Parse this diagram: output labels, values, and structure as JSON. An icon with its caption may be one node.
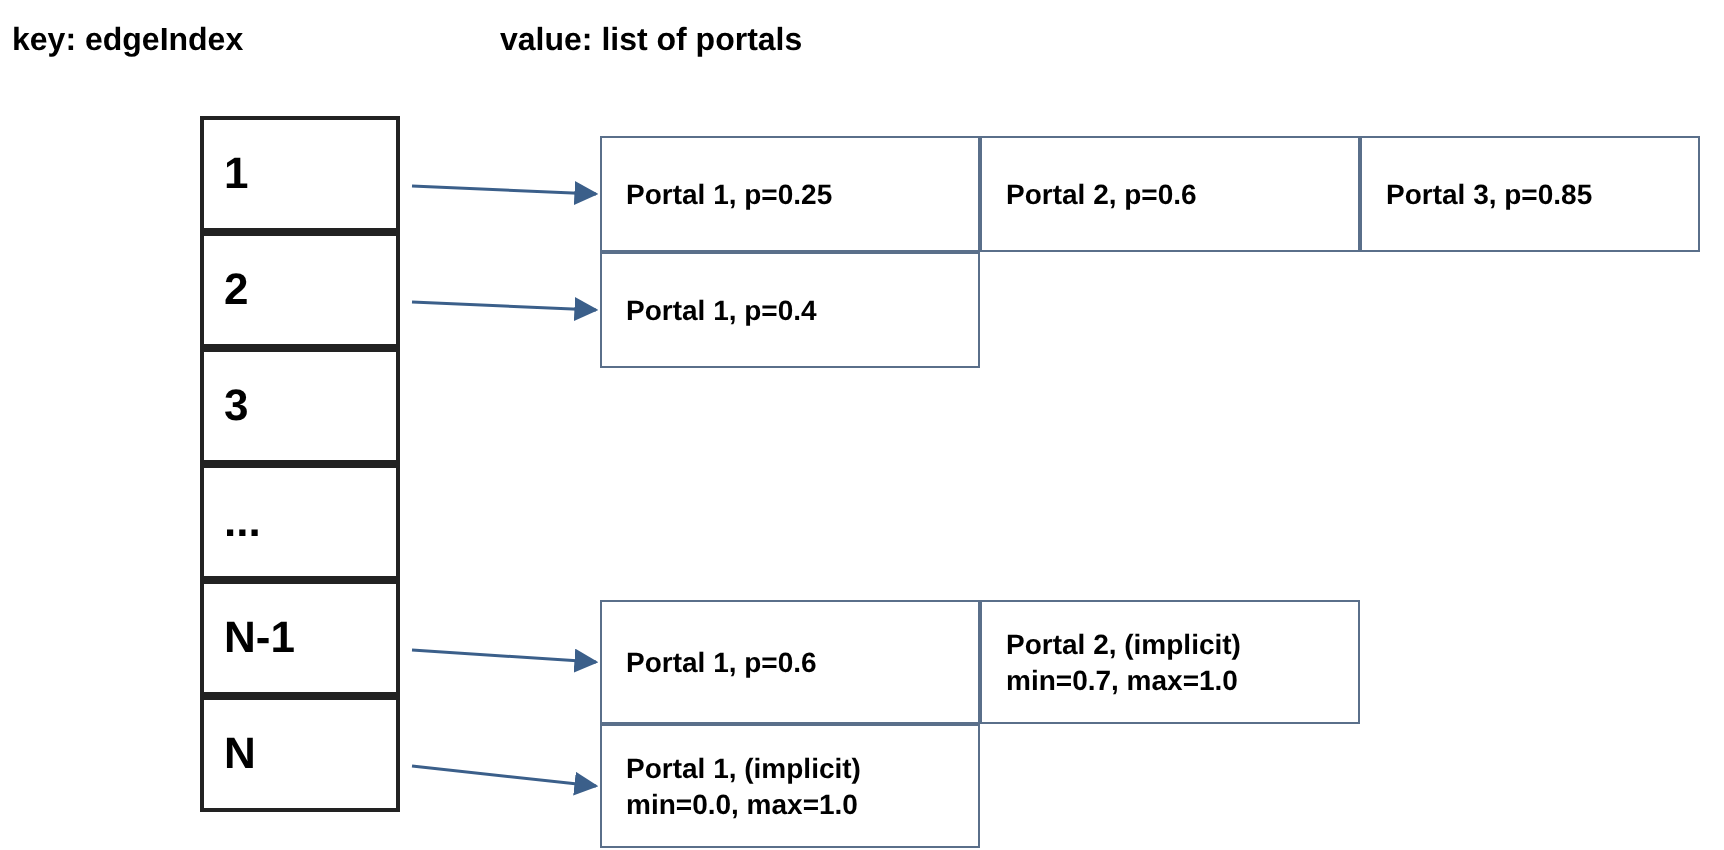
{
  "diagram": {
    "nodes": [
      {
        "text": [
          "1"
        ]
      },
      {
        "text": [
          "2"
        ]
      },
      {
        "text": [
          "3"
        ]
      },
      {
        "text": [
          "..."
        ]
      },
      {
        "text": [
          "N-1"
        ]
      },
      {
        "text": [
          "N"
        ]
      },
      {
        "text": [
          "Portal 1, p=0.25"
        ]
      },
      {
        "text": [
          "Portal 2, p=0.6"
        ]
      },
      {
        "text": [
          "Portal 3, p=0.85"
        ]
      },
      {
        "text": [
          "Portal 1, p=0.4"
        ]
      },
      {
        "text": [
          "Portal 1, p=0.6"
        ]
      },
      {
        "text": [
          "Portal 2, (implicit) min=0.7, max=1.0"
        ]
      },
      {
        "text": [
          "Portal 1, (implicit) min=0.0, max=1.0"
        ]
      }
    ],
    "edges": [
      {
        "from": 0,
        "to": 6,
        "arrow": "to"
      },
      {
        "from": 1,
        "to": 9,
        "arrow": "to"
      },
      {
        "from": 4,
        "to": 10,
        "arrow": "to"
      },
      {
        "from": 5,
        "to": 12,
        "arrow": "to"
      }
    ],
    "labels": [
      "key: edgeIndex",
      "value: list of portals"
    ]
  }
}
